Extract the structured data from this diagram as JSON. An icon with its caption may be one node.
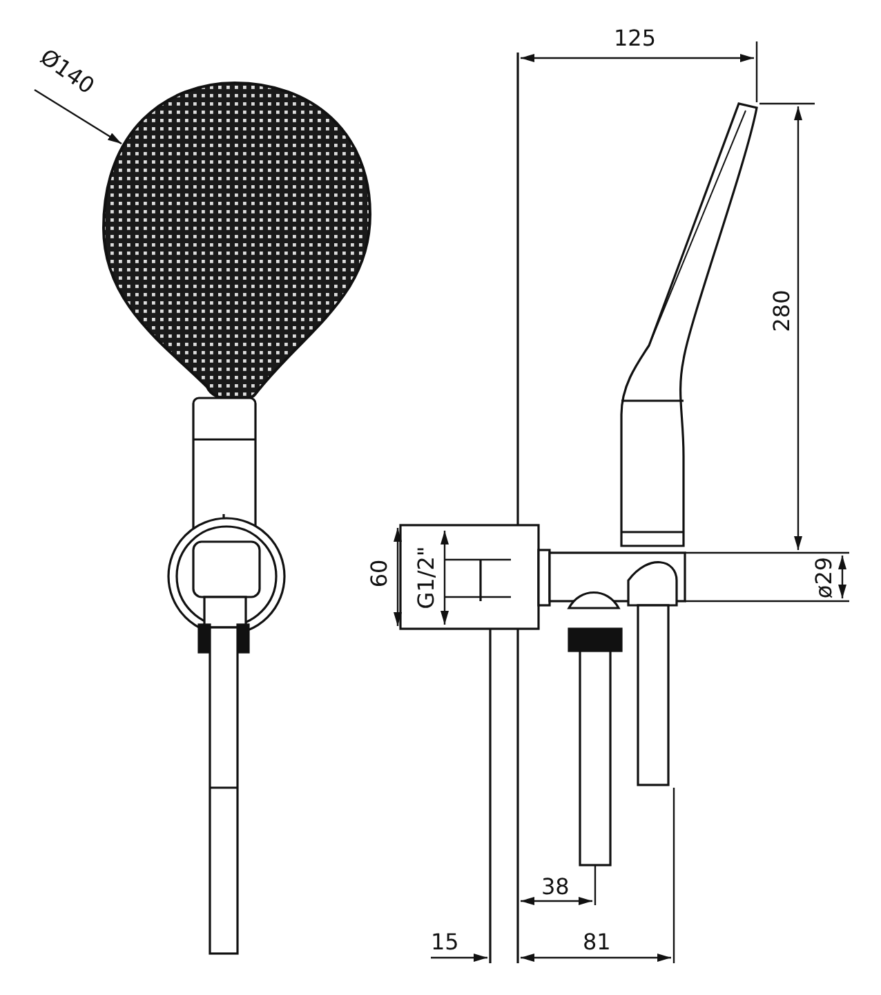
{
  "diagram": {
    "labels": [
      "Ø140",
      "125",
      "280",
      "60",
      "G1/2\"",
      "ø29",
      "38",
      "15",
      "81"
    ]
  }
}
